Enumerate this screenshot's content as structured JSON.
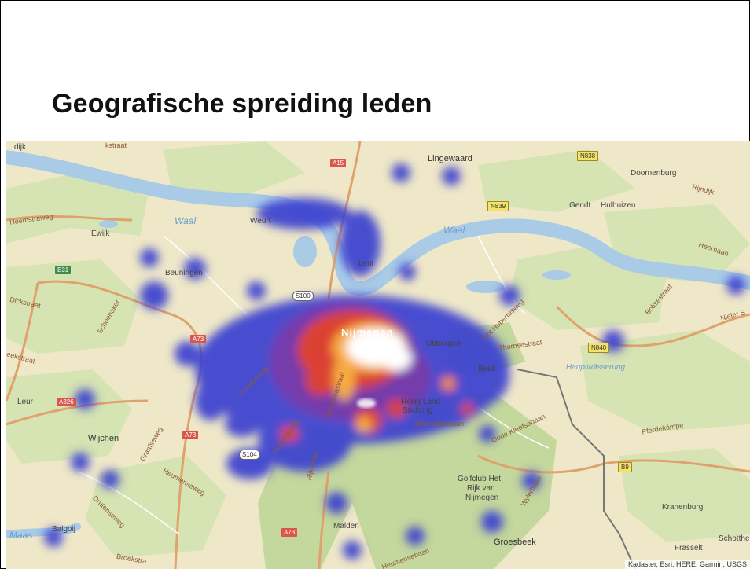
{
  "slide": {
    "title": "Geografische spreiding leden"
  },
  "map": {
    "attribution": "Kadaster, Esri, HERE, Garmin, USGS",
    "colors": {
      "land": "#efe8c8",
      "green": "#d3e0b0",
      "forest": "#c6d89e",
      "water": "#a9cbe6",
      "road": "#e0a26c",
      "heat_low": "#3b3fd0",
      "heat_mid": "#e0402a",
      "heat_high": "#ffffff"
    },
    "place_labels": {
      "nijmegen": "Nijmegen",
      "lingewaard": "Lingewaard",
      "doornenburg": "Doornenburg",
      "gendt": "Gendt",
      "hulhuizen": "Hulhuizen",
      "ewijk": "Ewijk",
      "beuningen": "Beuningen",
      "wijchen": "Wijchen",
      "leur": "Leur",
      "balgoij": "Balgoij",
      "malden": "Malden",
      "groesbeek": "Groesbeek",
      "ubbergen": "Ubbergen",
      "beek": "Beek",
      "lent": "Lent",
      "heilig_landstichting_1": "Heilig Land",
      "heilig_landstichting_2": "Stichting",
      "kranenburg": "Kranenburg",
      "frasselt": "Frasselt",
      "schottheide": "Schotthe",
      "golfclub_1": "Golfclub Het",
      "golfclub_2": "Rijk van",
      "golfclub_3": "Nijmegen",
      "weurt": "Weurt",
      "dijk": "dijk"
    },
    "water_labels": {
      "waal_1": "Waal",
      "waal_2": "Waal",
      "maas": "Maas",
      "hauptwasserung": "Hauptwässerung"
    },
    "road_labels": {
      "heemstraweg": "Heemstraweg",
      "rijndijk": "Rijndijk",
      "heerbaan": "Heerbaan",
      "nieler": "Nieler S",
      "thornsestraat": "Thornsestraat",
      "sint_hubertusweg": "Sint Hubertusweg",
      "oude_kleefsebaan": "Oude Kleefsebaan",
      "pferdekampe": "Pferdekämpe",
      "meerwijkselaan": "Meerwijkselaan",
      "sint_annastraat": "Sint Annastraat",
      "rijksweg": "Rijksweg",
      "graafseweg": "Graafseweg",
      "heumensebaan": "Heumensebaan",
      "heumenseweg": "Heumenseweg",
      "drutenseweg": "Drutenseweg",
      "broekstraat": "Broekstra",
      "schoenaker": "Schoenaker",
      "kerkstraat": "eekstraat",
      "boltsestraat": "Boltsestraat",
      "wylerbaan": "Wylerbaan",
      "hatertseweg": "Hatertseweg",
      "graafseweg_2": "Graafseweg",
      "dickstraat": "Dickstraat",
      "kerkstraat_2": "kstraat"
    },
    "road_shields": {
      "a15": "A15",
      "a73_1": "A73",
      "a73_2": "A73",
      "a73_3": "A73",
      "a326": "A326",
      "e31": "E31",
      "n838": "N838",
      "n839": "N839",
      "n840": "N840",
      "b9": "B9",
      "s100": "S100",
      "s104": "S104"
    }
  }
}
